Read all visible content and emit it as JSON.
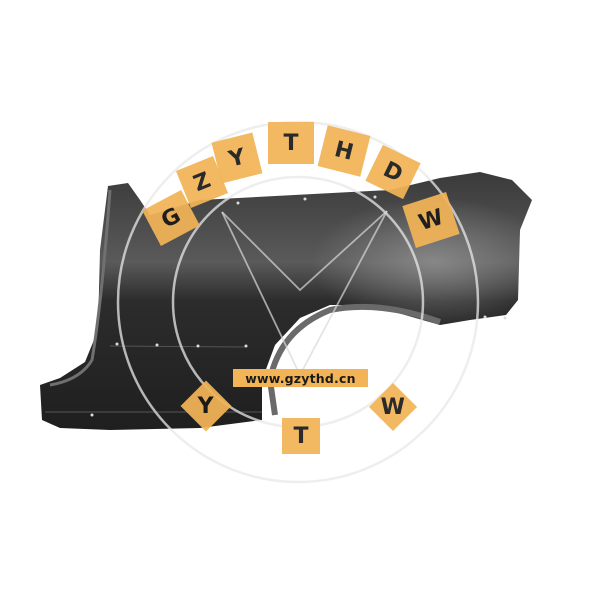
{
  "image": {
    "subject": "rear quarter panel / fender (car body part), black primer finish",
    "background_color": "#ffffff",
    "part_color": "#2a2a2a"
  },
  "watermark": {
    "arc_letters": [
      "G",
      "Z",
      "Y",
      "T",
      "H",
      "D",
      "W"
    ],
    "bottom_letters": [
      "Y",
      "T",
      "W"
    ],
    "url": "www.gzythd.cn",
    "tile_color": "#f2b457",
    "text_color": "#1a1a1a",
    "ring_color": "#e8e8e8"
  }
}
